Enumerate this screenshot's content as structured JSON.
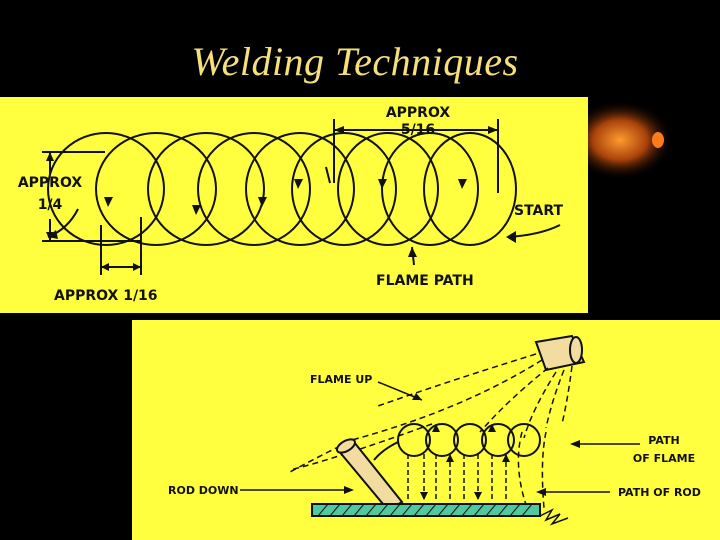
{
  "slide": {
    "title": "Welding Techniques"
  },
  "diagram_top": {
    "approx_5_16_line1": "APPROX",
    "approx_5_16_line2": "5/16",
    "approx_1_4_line1": "APPROX",
    "approx_1_4_line2": "1/4",
    "start_label": "START",
    "flame_path_label": "FLAME PATH",
    "approx_1_16_label": "APPROX 1/16"
  },
  "diagram_bottom": {
    "flame_up_label": "FLAME UP",
    "path_of_flame_line1": "PATH",
    "path_of_flame_line2": "OF FLAME",
    "rod_down_label": "ROD DOWN",
    "path_of_rod_label": "PATH OF ROD"
  },
  "colors": {
    "background": "#000000",
    "title": "#f5e07a",
    "panel": "#ffff3f",
    "ink": "#111111",
    "plate": "#4fc9a0",
    "rod": "#f2dca0"
  }
}
